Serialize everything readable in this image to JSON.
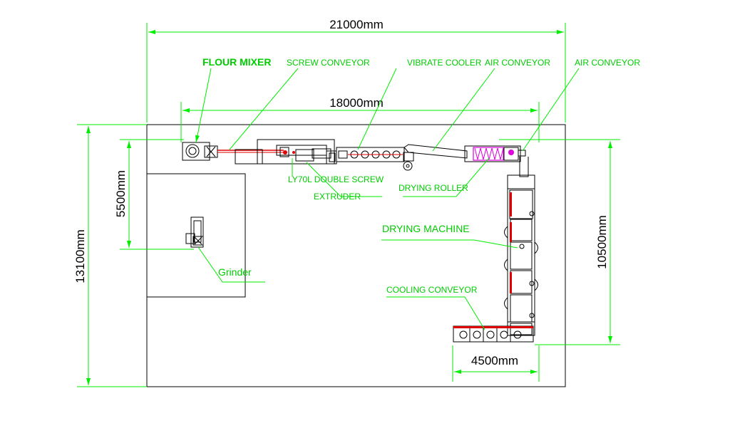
{
  "dimensions": {
    "overall_width": "21000mm",
    "line_width": "18000mm",
    "overall_height": "13100mm",
    "left_height": "5500mm",
    "right_height": "10500mm",
    "bottom_width": "4500mm"
  },
  "labels": {
    "flour_mixer": "FLOUR MIXER",
    "screw_conveyor": "SCREW CONVEYOR",
    "vibrate_cooler": "VIBRATE COOLER",
    "air_conveyor_1": "AIR CONVEYOR",
    "air_conveyor_2": "AIR CONVEYOR",
    "extruder_line1": "LY70L DOUBLE SCREW",
    "extruder_line2": "EXTRUDER",
    "drying_roller": "DRYING ROLLER",
    "drying_machine": "DRYING MACHINE",
    "cooling_conveyor": "COOLING CONVEYOR",
    "grinder": "Grinder"
  },
  "colors": {
    "dimension_line": "#00ee00",
    "label_text": "#00cc00",
    "equipment": "#000000",
    "accent_red": "#e00000",
    "accent_magenta": "#e000e0"
  }
}
